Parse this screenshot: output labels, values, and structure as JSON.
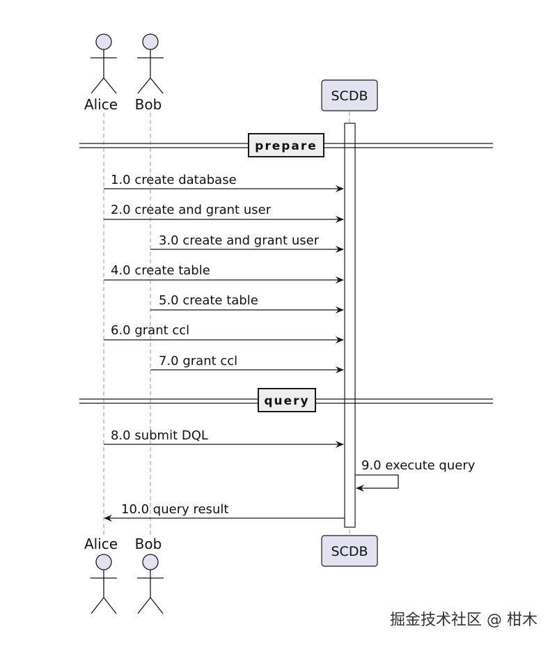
{
  "actors": [
    {
      "id": "alice",
      "label": "Alice"
    },
    {
      "id": "bob",
      "label": "Bob"
    }
  ],
  "participant": {
    "id": "scdb",
    "label": "SCDB"
  },
  "dividers": [
    {
      "label": "prepare"
    },
    {
      "label": "query"
    }
  ],
  "messages": [
    {
      "from": "alice",
      "to": "scdb",
      "label": "1.0 create database"
    },
    {
      "from": "alice",
      "to": "scdb",
      "label": "2.0 create and grant user"
    },
    {
      "from": "bob",
      "to": "scdb",
      "label": "3.0 create and grant user"
    },
    {
      "from": "alice",
      "to": "scdb",
      "label": "4.0 create table"
    },
    {
      "from": "bob",
      "to": "scdb",
      "label": "5.0 create table"
    },
    {
      "from": "alice",
      "to": "scdb",
      "label": "6.0 grant ccl"
    },
    {
      "from": "bob",
      "to": "scdb",
      "label": "7.0 grant ccl"
    },
    {
      "from": "alice",
      "to": "scdb",
      "label": "8.0 submit DQL"
    },
    {
      "from": "scdb",
      "to": "scdb",
      "label": "9.0 execute query"
    },
    {
      "from": "scdb",
      "to": "alice",
      "label": "10.0 query result"
    }
  ],
  "watermark": "掘金技术社区 @ 柑木",
  "colors": {
    "actor_fill": "#e2e2f0",
    "line": "#181818",
    "lifeline": "#9a9a9a",
    "divider_box": "#eeeeee"
  }
}
